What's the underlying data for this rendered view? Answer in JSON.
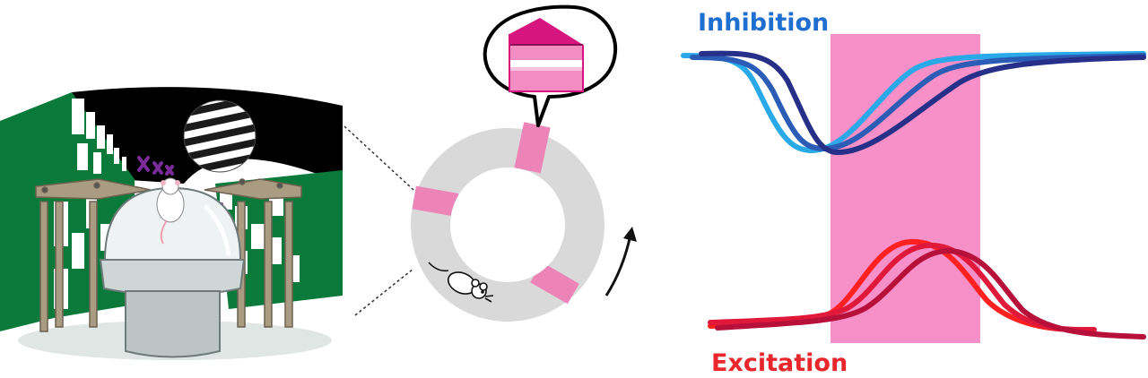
{
  "labels": {
    "inhibition": "Inhibition",
    "excitation": "Excitation"
  },
  "colors": {
    "inhibition_label": "#1f6fd1",
    "excitation_label": "#e8262b",
    "reward_zone": "#f78fc8",
    "vr_wall_green": "#0a7a3a",
    "vr_sky_black": "#000000",
    "track_grey": "#d9d9d9",
    "cue_pink": "#ec84b8",
    "cake_magenta": "#d6157f",
    "inhibition_traces": [
      "#29a9e8",
      "#2b5db6",
      "#263088"
    ],
    "excitation_traces": [
      "#ff2020",
      "#e0183a",
      "#b7103a"
    ]
  },
  "icons": [
    "vr-rig",
    "mouse-icon",
    "cake-icon",
    "speech-bubble",
    "direction-arrow-icon"
  ]
}
